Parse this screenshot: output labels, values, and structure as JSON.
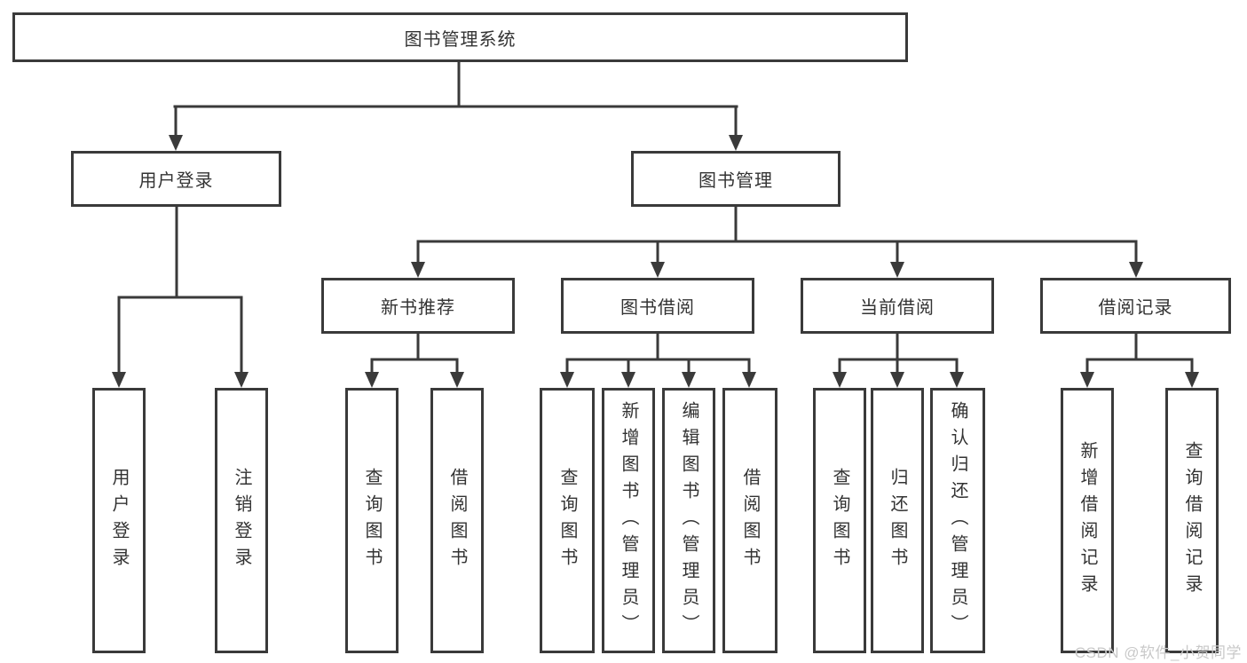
{
  "diagram_type": "tree-diagram",
  "colors": {
    "line": "#3a3a3a",
    "box_border": "#3a3a3a",
    "box_fill": "#ffffff",
    "text": "#333333",
    "watermark": "#c9c9c9",
    "background": "#ffffff"
  },
  "nodes": {
    "root": "图书管理系统",
    "user_login": "用户登录",
    "book_mgmt": "图书管理",
    "new_book_rec": "新书推荐",
    "book_borrow": "图书借阅",
    "current_borrow": "当前借阅",
    "borrow_record": "借阅记录"
  },
  "leaves": {
    "user_login": [
      "用户登录",
      "注销登录"
    ],
    "new_book_rec": [
      "查询图书",
      "借阅图书"
    ],
    "book_borrow": [
      "查询图书",
      "新增图书（管理员）",
      "编辑图书（管理员）",
      "借阅图书"
    ],
    "current_borrow": [
      "查询图书",
      "归还图书",
      "确认归还（管理员）"
    ],
    "borrow_record": [
      "新增借阅记录",
      "查询借阅记录"
    ]
  },
  "watermark": "CSDN @软件_小贺同学"
}
